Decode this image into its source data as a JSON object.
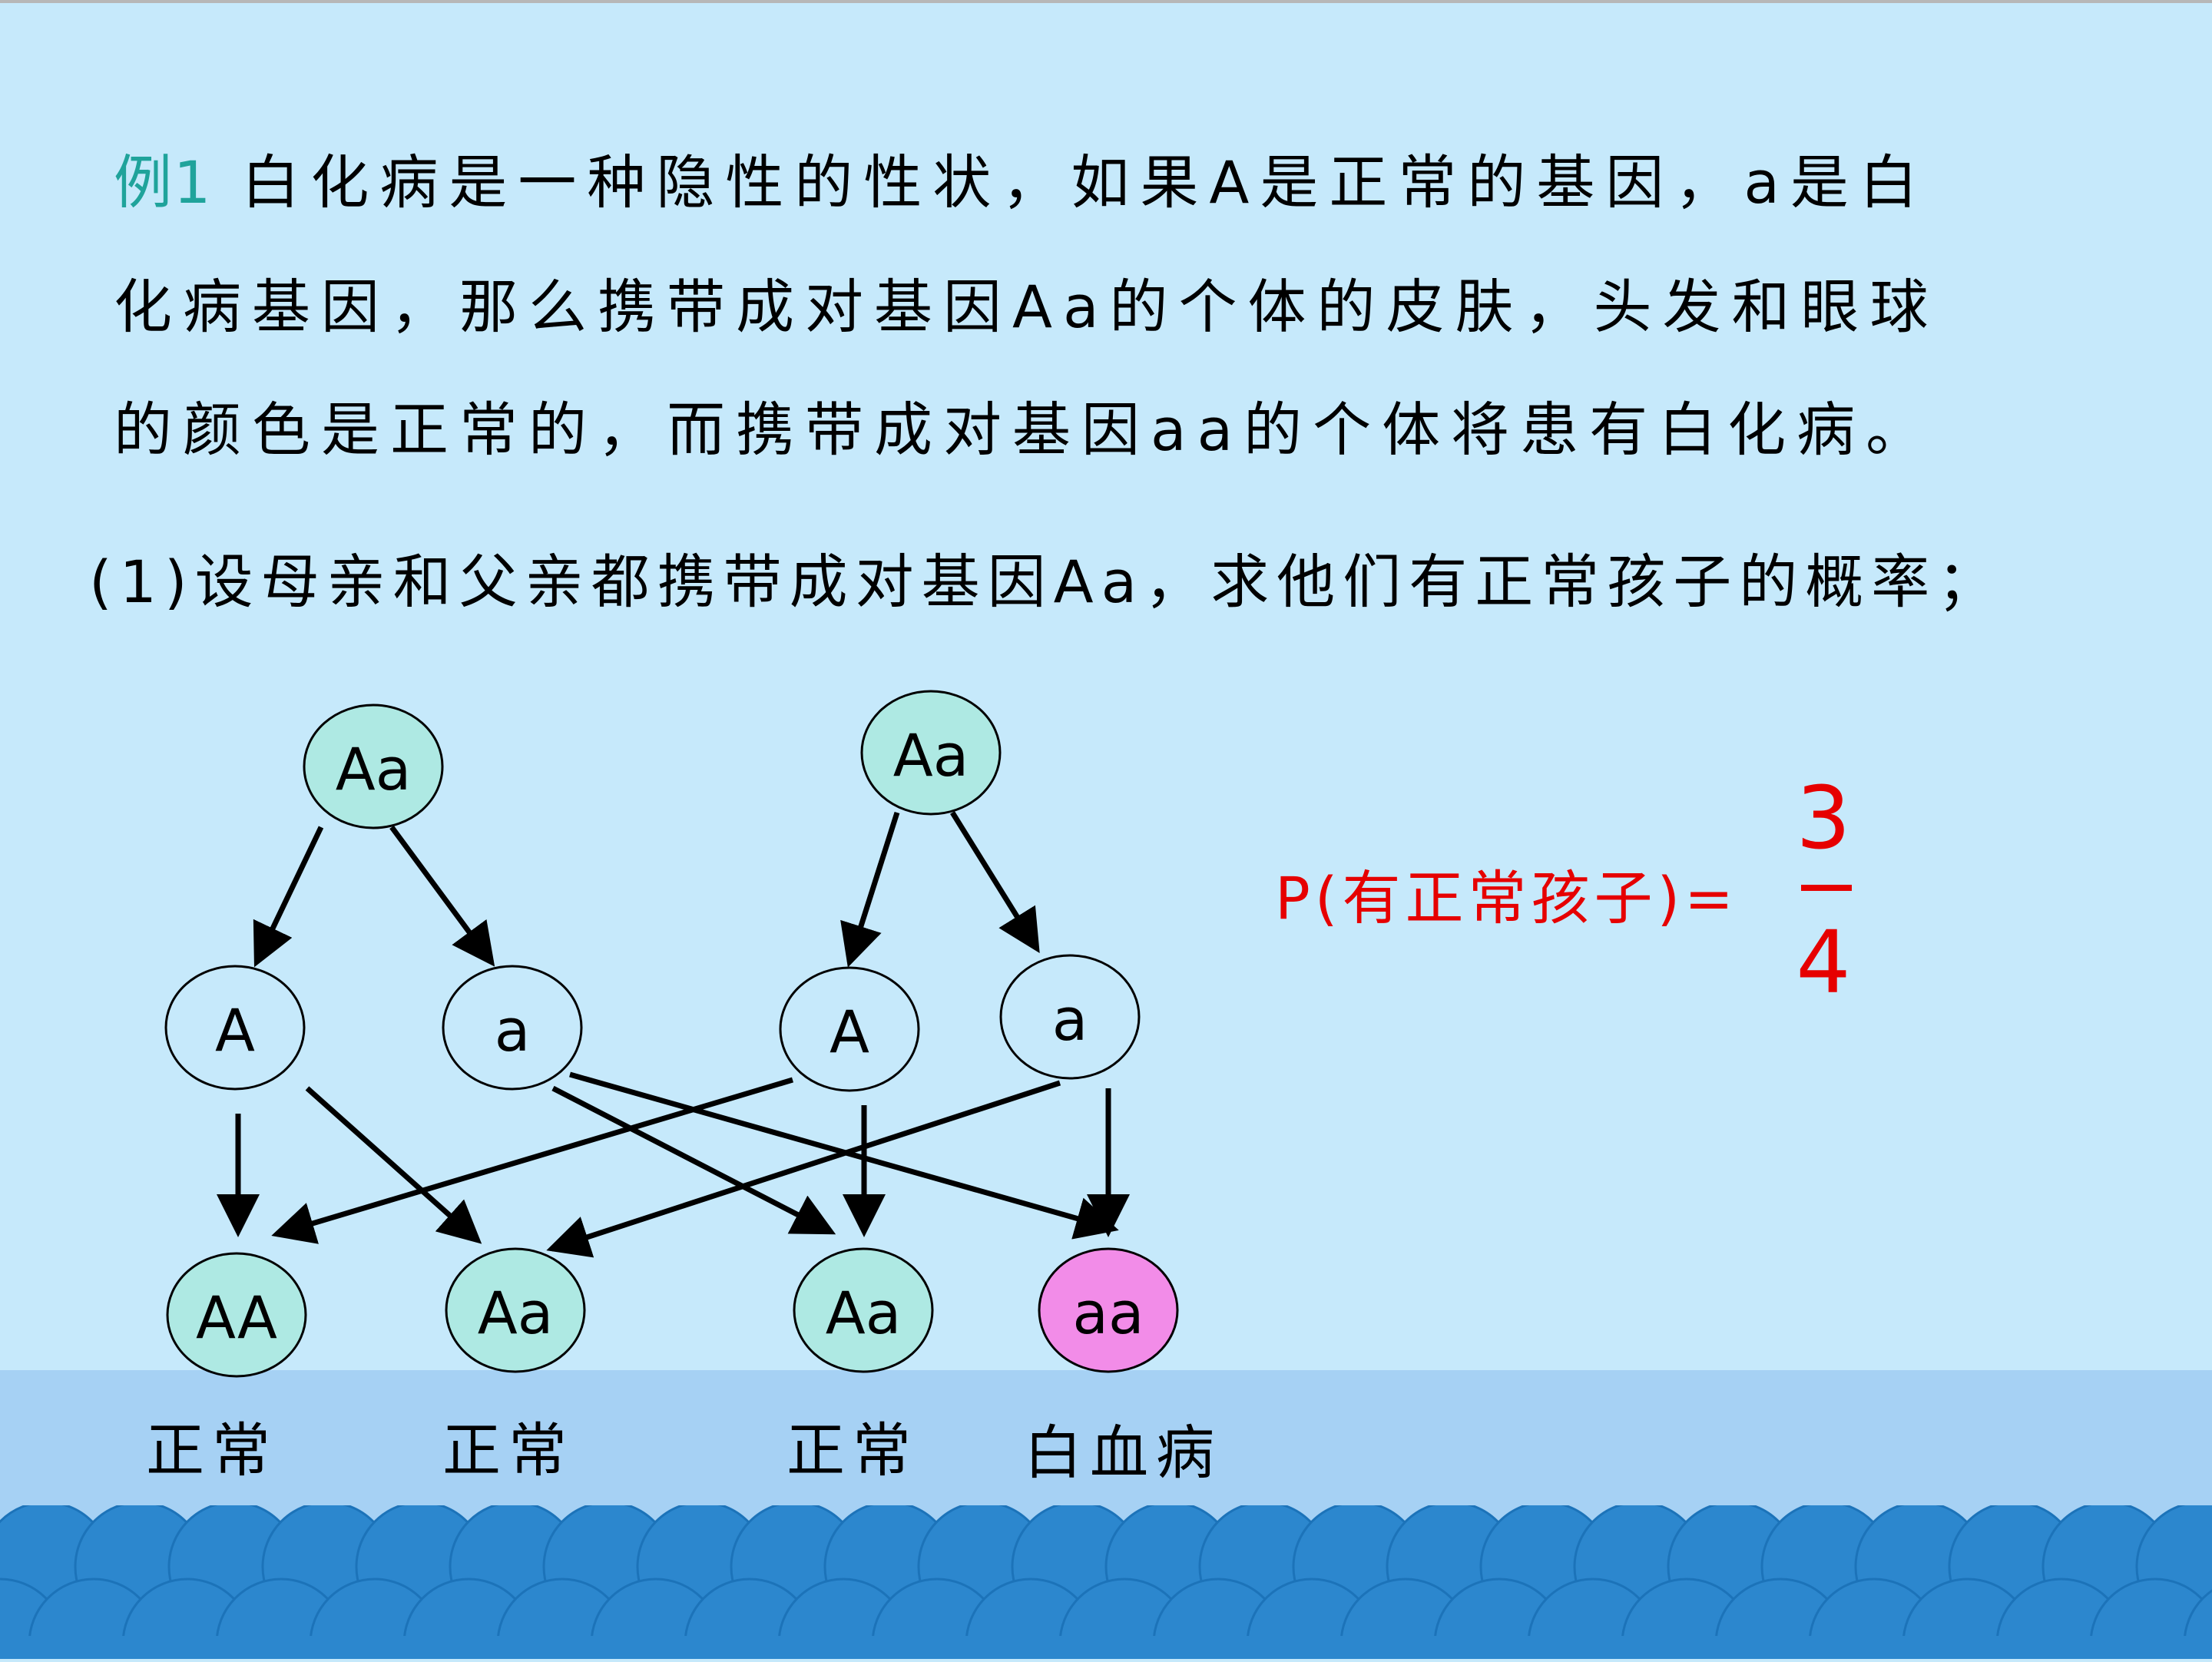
{
  "example": {
    "label": "例1",
    "line1": "白化病是一种隐性的性状，如果A是正常的基因，a是白",
    "line2": "化病基因，那么携带成对基因Aa的个体的皮肤，头发和眼球",
    "line3": "的颜色是正常的，而携带成对基因aa的个体将患有白化病。"
  },
  "question1": "(1)设母亲和父亲都携带成对基因Aa，求他们有正常孩子的概率；",
  "diagram": {
    "parents": [
      "Aa",
      "Aa"
    ],
    "gametes": [
      "A",
      "a",
      "A",
      "a"
    ],
    "offspring": [
      "AA",
      "Aa",
      "Aa",
      "aa"
    ],
    "phenotypes": [
      "正常",
      "正常",
      "正常",
      "白血病"
    ]
  },
  "probability": {
    "expression": "P(有正常孩子)=",
    "numerator": "3",
    "denominator": "4"
  },
  "colors": {
    "background": "#c6e9fb",
    "band": "#a6d1f4",
    "wave": "#2c87ce",
    "carrier": "#aee9e3",
    "affected": "#f28ce8",
    "answer": "#e60000",
    "label": "#1fa39b"
  }
}
